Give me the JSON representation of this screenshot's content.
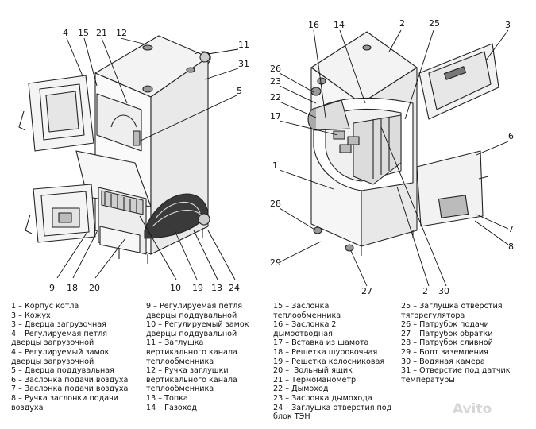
{
  "left_callouts": [
    "4",
    "15",
    "21",
    "12",
    "11",
    "31",
    "5",
    "9",
    "18",
    "20",
    "10",
    "19",
    "13",
    "24"
  ],
  "right_callouts": [
    "16",
    "14",
    "2",
    "25",
    "3",
    "26",
    "23",
    "22",
    "17",
    "1",
    "6",
    "28",
    "7",
    "8",
    "29",
    "27",
    "2",
    "30"
  ],
  "legend": {
    "col1": [
      "1 – Корпус котла",
      "3 – Кожух",
      "3 – Дверца загрузочная",
      "4 – Регулируемая петля",
      "дверцы загрузочной",
      "4 – Регулируемый замок",
      "дверцы загрузочной",
      "5 – Дверца поддувальная",
      "6 – Заслонка подачи воздуха",
      "7 – Заслонка подачи воздуха",
      "8 – Ручка заслонки подачи",
      "воздуха"
    ],
    "col2": [
      "9 – Регулируемая петля",
      "дверцы поддувальной",
      "10 – Регулируемый замок",
      "дверцы поддувальной",
      "11 – Заглушка",
      "вертикального канала",
      "теплообменника",
      "12 – Ручка заглушки",
      "вертикального канала",
      "теплообменника",
      "13 – Топка",
      "14 – Газоход"
    ],
    "col3": [
      "15 – Заслонка",
      "теплообменника",
      "16 – Заслонка 2",
      "дымоотводная",
      "17 – Вставка из шамота",
      "18 – Решетка шуровочная",
      "19 – Решетка колосниковая",
      "20 –  Зольный ящик",
      "21 – Термоманометр",
      "22 – Дымоход",
      "23 – Заслонка дымохода",
      "24 – Заглушка отверстия под",
      "блок ТЭН"
    ],
    "col4": [
      "25 – Заглушка отверстия",
      "тягорегулятора",
      "26 – Патрубок подачи",
      "27 – Патрубок обратки",
      "28 – Патрубок сливной",
      "29 – Болт заземления",
      "30 – Водяная камера",
      "31 – Отверстие под датчик",
      "температуры"
    ]
  },
  "watermark": "Avito"
}
